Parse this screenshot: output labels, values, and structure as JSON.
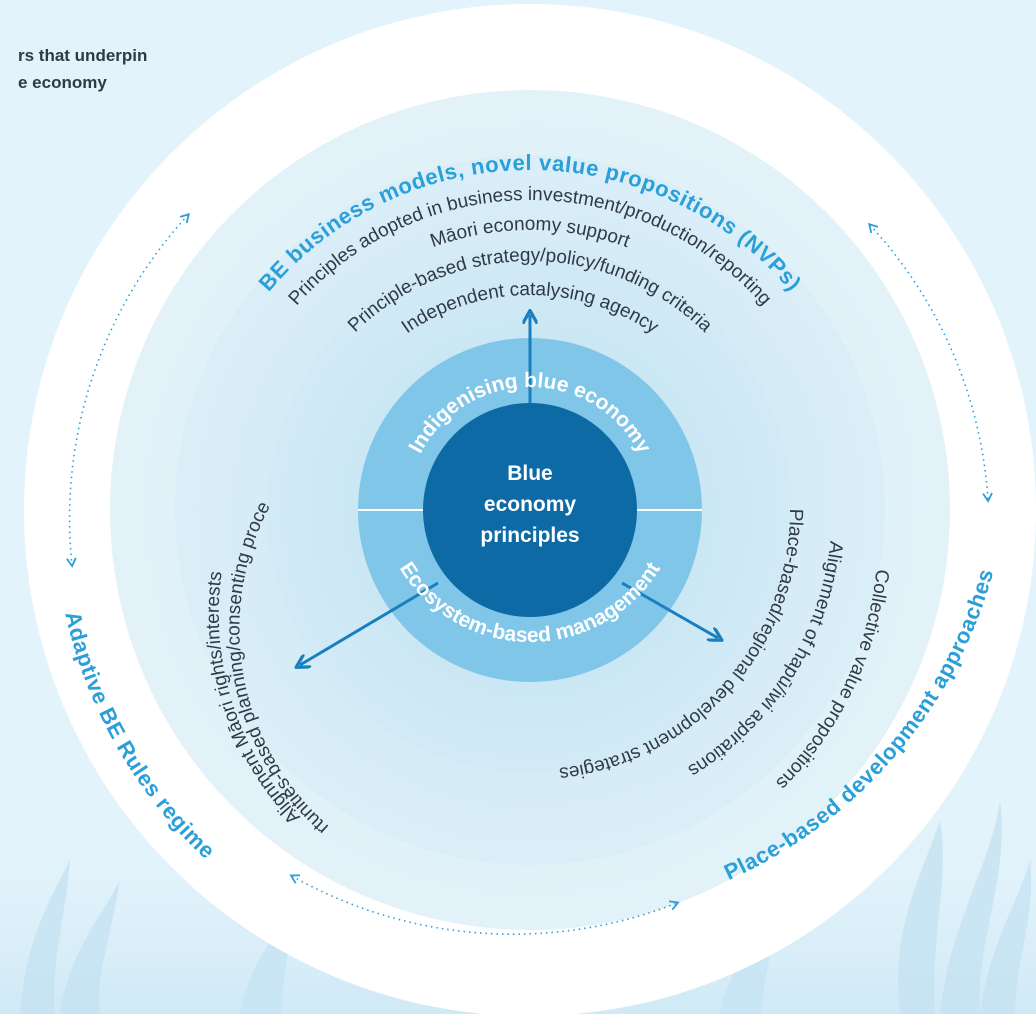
{
  "header": {
    "line1": "rs that underpin",
    "line2": "e economy"
  },
  "center": {
    "line1": "Blue",
    "line2": "economy",
    "line3": "principles"
  },
  "inner_band": {
    "top": "Indigenising blue economy",
    "bottom": "Ecosystem-based management"
  },
  "outer_labels": {
    "top": "BE business models, novel value propositions (NVPs)",
    "left": "Adaptive BE Rules regime",
    "right": "Place-based development approaches"
  },
  "top_items": [
    "Principles adopted in business investment/production/reporting",
    "Māori economy support",
    "Principle-based strategy/policy/funding criteria",
    "Independent catalysing agency"
  ],
  "left_items": [
    "Opportunities-based planning/consenting processes",
    "Alignment Māori rights/interests"
  ],
  "right_items": [
    "Place-based/regional development strategies",
    "Alignment of hapū/iwi aspirations",
    "Collective value propositions"
  ],
  "colors": {
    "background": "#dff1fa",
    "accent": "#2a9fd8",
    "core": "#0e6aa4",
    "band": "#80c6e9",
    "text": "#2f3a45"
  }
}
